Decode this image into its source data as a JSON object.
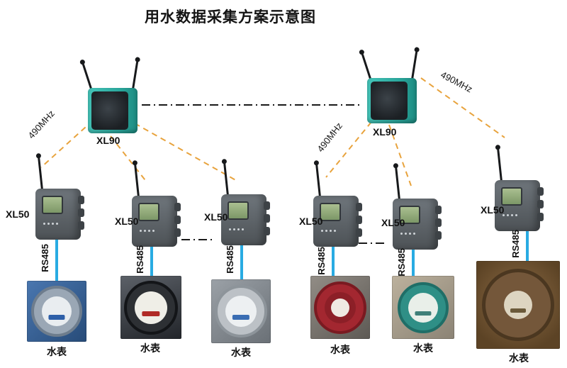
{
  "title": "用水数据采集方案示意图",
  "colors": {
    "wireless": "#e8a33d",
    "bus": "#29abe2",
    "backbone": "#1a1a1a"
  },
  "gateways": [
    {
      "label": "XL90"
    },
    {
      "label": "XL90"
    }
  ],
  "freq_labels": [
    {
      "text": "490MHz"
    },
    {
      "text": "490MHz"
    },
    {
      "text": "490MHz"
    }
  ],
  "nodes": [
    {
      "label": "XL50",
      "bus": "RS485",
      "meter": "水表"
    },
    {
      "label": "XL50",
      "bus": "RS485",
      "meter": "水表"
    },
    {
      "label": "XL50",
      "bus": "RS485",
      "meter": "水表"
    },
    {
      "label": "XL50",
      "bus": "RS485",
      "meter": "水表"
    },
    {
      "label": "XL50",
      "bus": "RS485",
      "meter": "水表"
    },
    {
      "label": "XL50",
      "bus": "RS485",
      "meter": "水表"
    }
  ]
}
